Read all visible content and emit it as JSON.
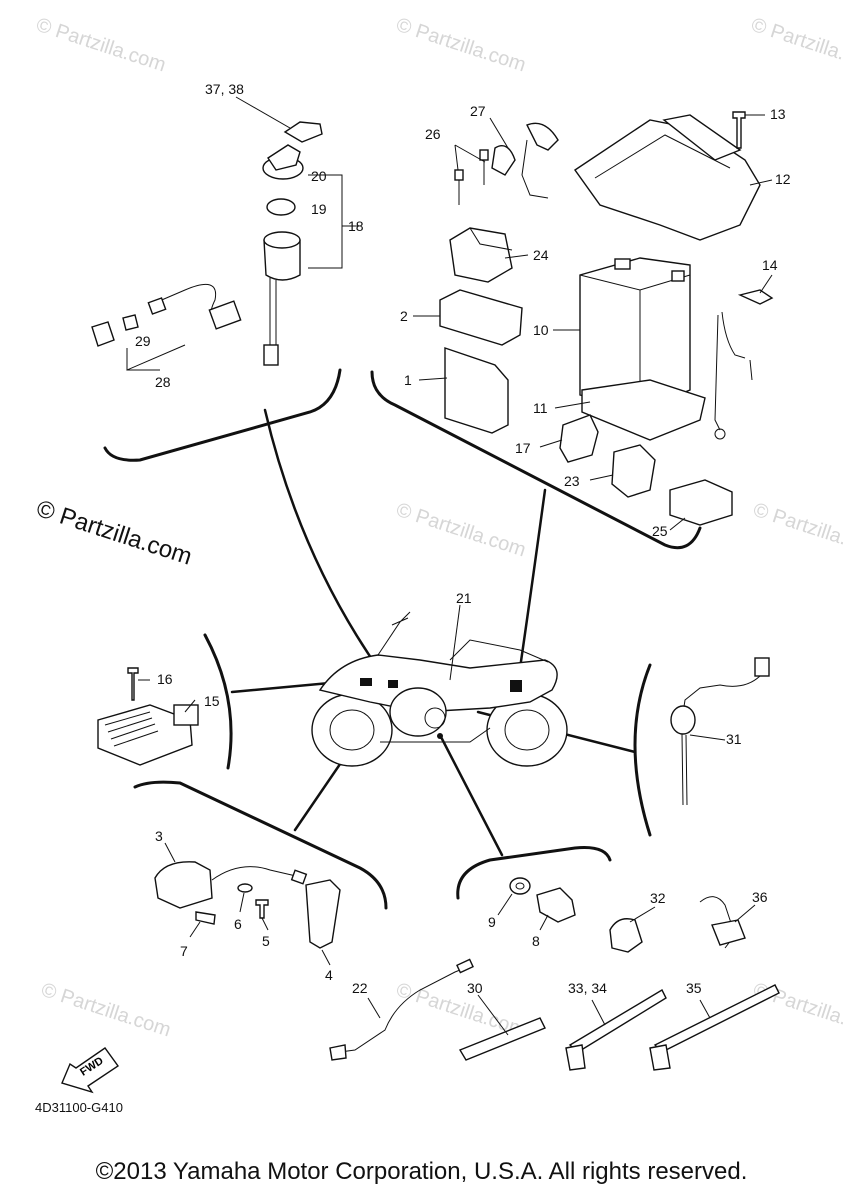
{
  "watermark": {
    "text": "© Partzilla.com"
  },
  "diagram_code": "4D31100-G410",
  "fwd_label": "FWD",
  "copyright": "©2013 Yamaha Motor Corporation, U.S.A. All rights reserved.",
  "callouts": {
    "c1": "1",
    "c2": "2",
    "c3": "3",
    "c4": "4",
    "c5": "5",
    "c6": "6",
    "c7": "7",
    "c8": "8",
    "c9": "9",
    "c10": "10",
    "c11": "11",
    "c12": "12",
    "c13": "13",
    "c14": "14",
    "c15": "15",
    "c16": "16",
    "c17": "17",
    "c18": "18",
    "c19": "19",
    "c20": "20",
    "c21": "21",
    "c22": "22",
    "c23": "23",
    "c24": "24",
    "c25": "25",
    "c26": "26",
    "c27": "27",
    "c28": "28",
    "c29": "29",
    "c30": "30",
    "c31": "31",
    "c32": "32",
    "c33_34": "33, 34",
    "c35": "35",
    "c36": "36",
    "c37_38": "37, 38"
  }
}
